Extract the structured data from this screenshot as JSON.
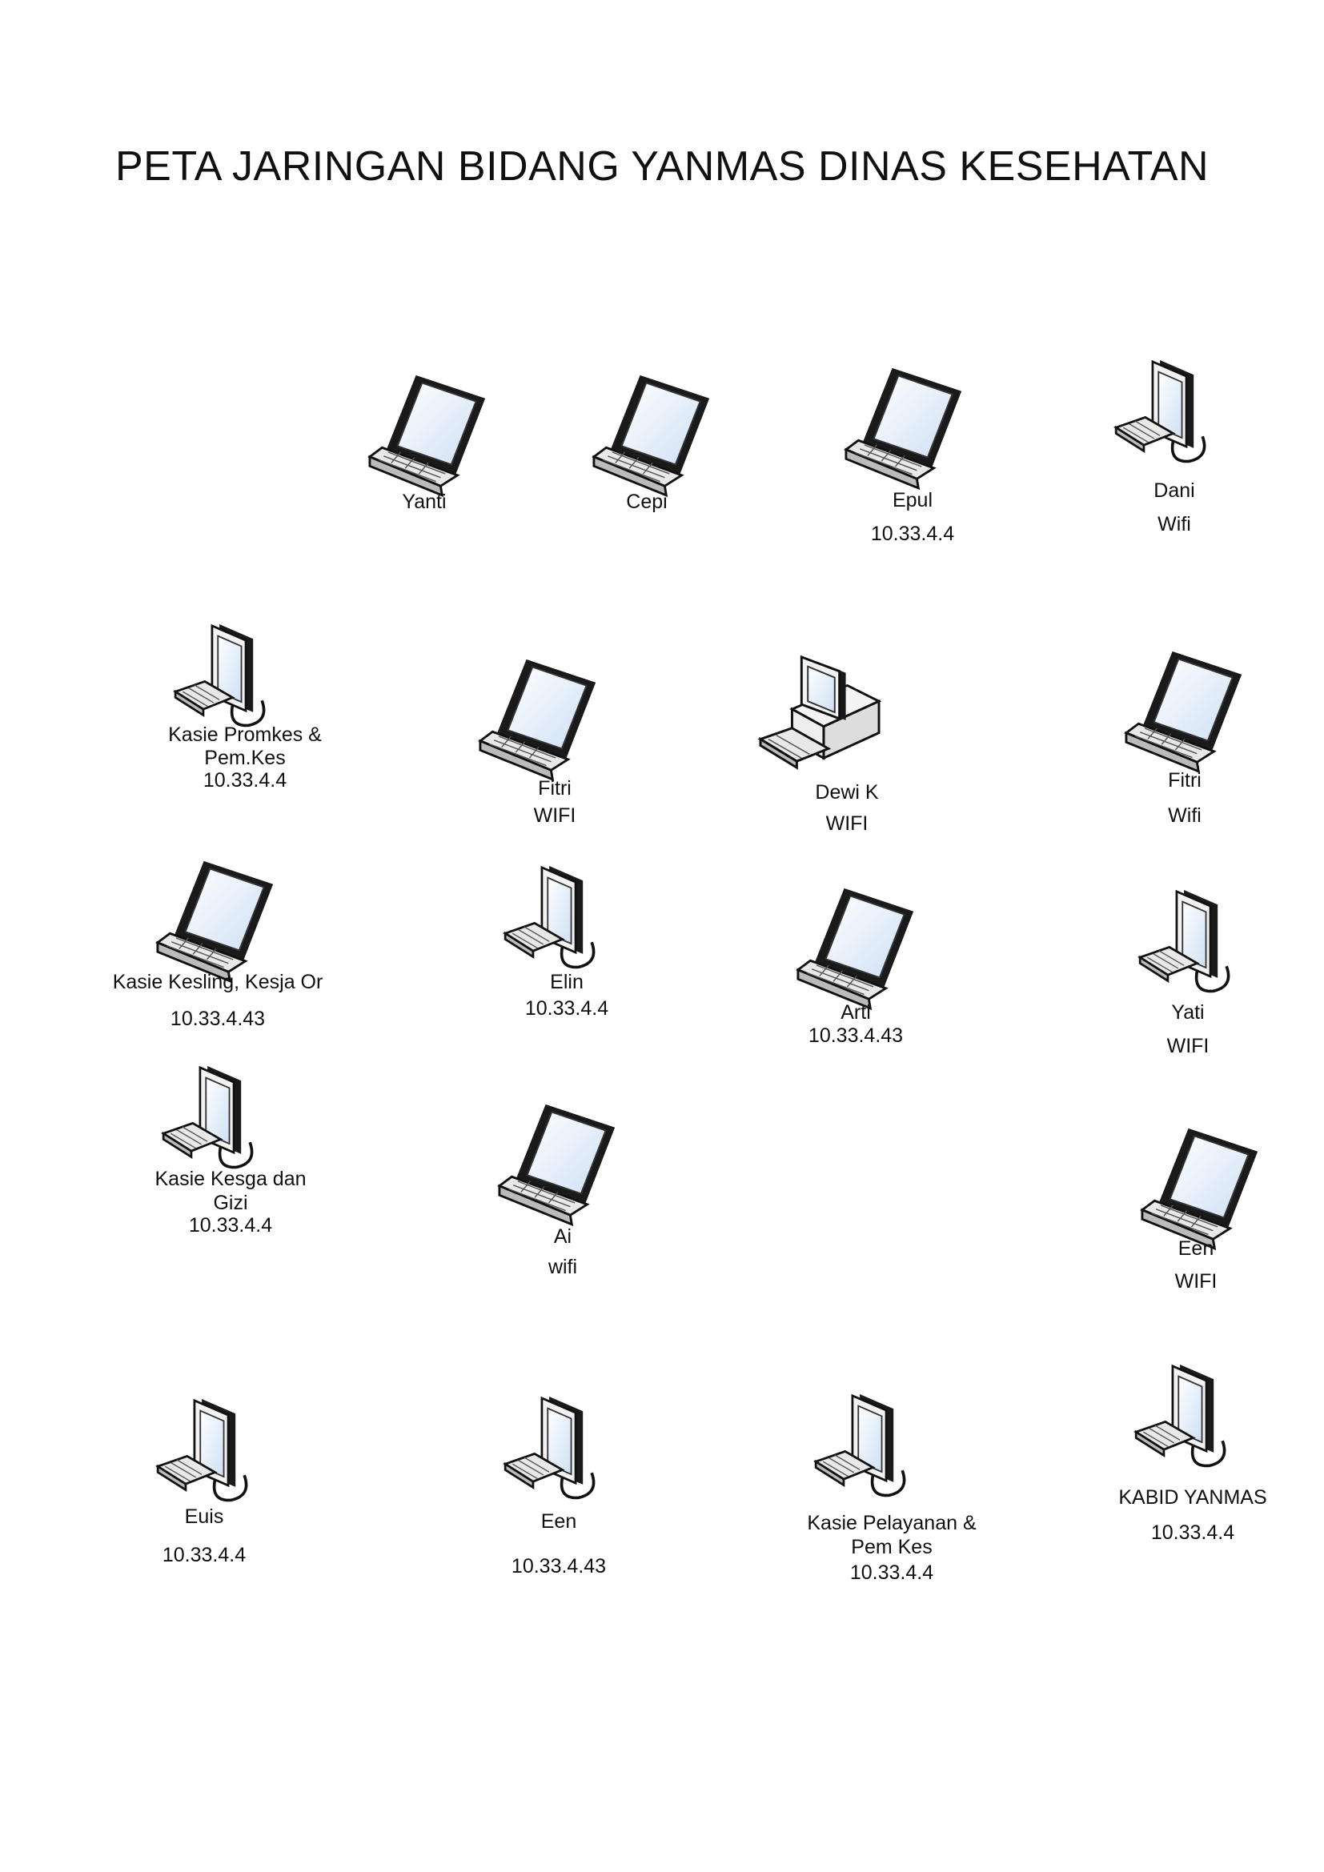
{
  "title": "PETA JARINGAN BIDANG YANMAS  DINAS KESEHATAN",
  "devices": [
    {
      "type": "laptop",
      "labels": [
        "Yanti"
      ]
    },
    {
      "type": "laptop",
      "labels": [
        "Cepi"
      ]
    },
    {
      "type": "laptop",
      "labels": [
        "Epul",
        "10.33.4.4"
      ]
    },
    {
      "type": "workstation",
      "labels": [
        "Dani",
        "Wifi"
      ]
    },
    {
      "type": "workstation",
      "labels": [
        "Kasie Promkes &",
        "Pem.Kes",
        "10.33.4.4"
      ]
    },
    {
      "type": "laptop",
      "labels": [
        "Fitri",
        "WIFI"
      ]
    },
    {
      "type": "desktop",
      "labels": [
        "Dewi K",
        "WIFI"
      ]
    },
    {
      "type": "laptop",
      "labels": [
        "Fitri",
        "Wifi"
      ]
    },
    {
      "type": "laptop",
      "labels": [
        "Kasie Kesling, Kesja Or",
        "10.33.4.43"
      ]
    },
    {
      "type": "workstation",
      "labels": [
        "Elin",
        "10.33.4.4"
      ]
    },
    {
      "type": "laptop",
      "labels": [
        "Arti",
        "10.33.4.43"
      ]
    },
    {
      "type": "workstation",
      "labels": [
        "Yati",
        "WIFI"
      ]
    },
    {
      "type": "workstation",
      "labels": [
        "Kasie Kesga dan",
        "Gizi",
        "10.33.4.4"
      ]
    },
    {
      "type": "laptop",
      "labels": [
        "Ai",
        "wifi"
      ]
    },
    {
      "type": "laptop",
      "labels": [
        "Een",
        "WIFI"
      ]
    },
    {
      "type": "workstation",
      "labels": [
        "Euis",
        "10.33.4.4"
      ]
    },
    {
      "type": "workstation",
      "labels": [
        "Een",
        "10.33.4.43"
      ]
    },
    {
      "type": "workstation",
      "labels": [
        "Kasie Pelayanan &",
        "Pem Kes",
        "10.33.4.4"
      ]
    },
    {
      "type": "workstation",
      "labels": [
        "KABID YANMAS",
        "10.33.4.4"
      ]
    }
  ]
}
